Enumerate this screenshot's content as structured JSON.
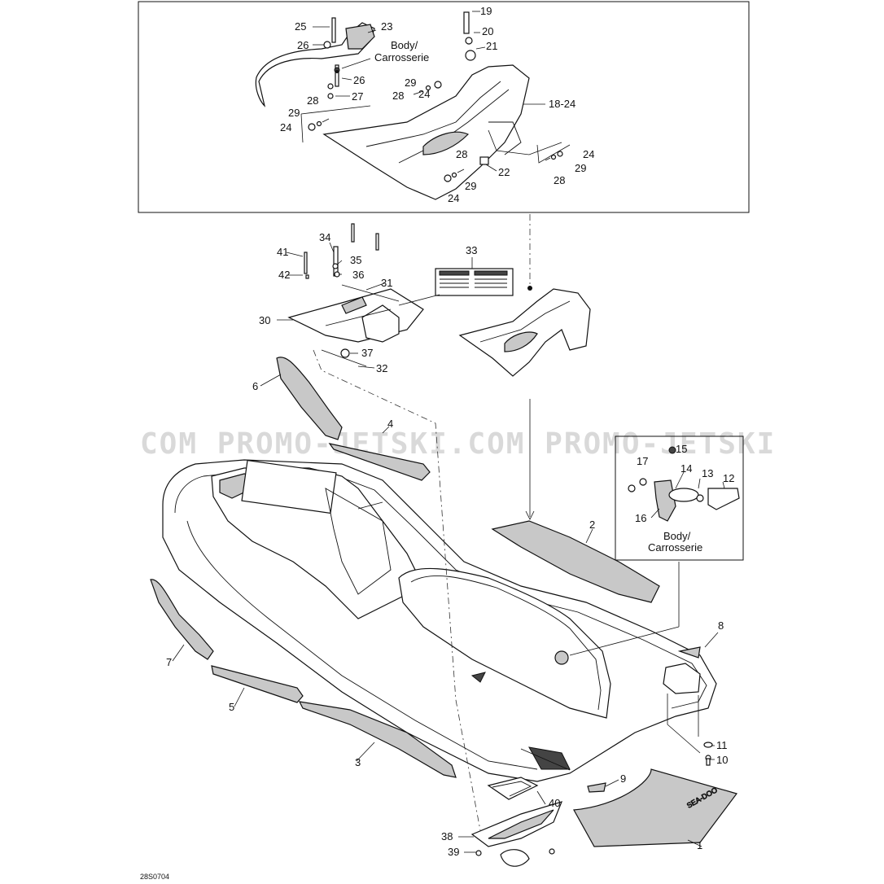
{
  "diagram_code": "28S0704",
  "watermark": "COM  PROMO-JETSKI.COM  PROMO-JETSKI",
  "sublabels": {
    "body_top": [
      "Body/",
      "Carrosserie"
    ],
    "body_right": [
      "Body/",
      "Carrosserie"
    ],
    "range_18_24": "18-24"
  },
  "callouts": {
    "c1": "1",
    "c2": "2",
    "c3": "3",
    "c4": "4",
    "c5": "5",
    "c6": "6",
    "c7": "7",
    "c8": "8",
    "c9": "9",
    "c10": "10",
    "c11": "11",
    "c12": "12",
    "c13": "13",
    "c14": "14",
    "c15": "15",
    "c16": "16",
    "c17": "17",
    "c19": "19",
    "c20": "20",
    "c21": "21",
    "c22": "22",
    "c23": "23",
    "c25": "25",
    "c26a": "26",
    "c26b": "26",
    "c27": "27",
    "c28a": "28",
    "c28b": "28",
    "c28c": "28",
    "c28d": "28",
    "c29a": "29",
    "c29b": "29",
    "c29c": "29",
    "c29d": "29",
    "c24a": "24",
    "c24b": "24",
    "c24c": "24",
    "c24d": "24",
    "c30": "30",
    "c31": "31",
    "c32": "32",
    "c33": "33",
    "c34": "34",
    "c35": "35",
    "c36": "36",
    "c37": "37",
    "c38": "38",
    "c39": "39",
    "c40": "40",
    "c41": "41",
    "c42": "42"
  }
}
